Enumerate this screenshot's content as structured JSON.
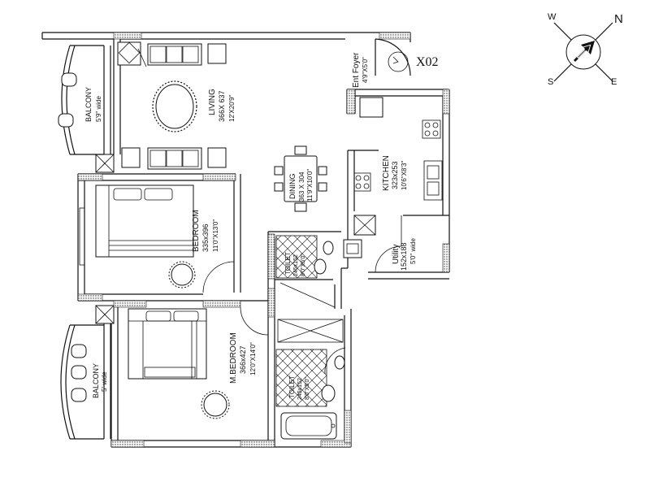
{
  "unit": {
    "id": "X02"
  },
  "rooms": {
    "living": {
      "name": "LIVING",
      "metric": "366X 637",
      "imperial": "12'X20'9\""
    },
    "balcony1": {
      "name": "BALCONY",
      "note": "5'9\" wide"
    },
    "ent_foyer": {
      "name": "Ent Foyer",
      "imperial": "4'9\"X5'0\""
    },
    "dining": {
      "name": "DINING",
      "metric": "363 X 304",
      "imperial": "11'9\"X10'0\""
    },
    "kitchen": {
      "name": "KITCHEN",
      "metric": "323x253",
      "imperial": "10'6\"X8'3\""
    },
    "bedroom": {
      "name": "BEDROOM",
      "metric": "335x396",
      "imperial": "11'0\"X13'0\""
    },
    "utility": {
      "name": "Utility",
      "metric": "152x188",
      "imperial": "5'0\" wide"
    },
    "toilet1": {
      "name": "TOILET",
      "metric": "245x152",
      "imperial": "8'0\"X5'0\""
    },
    "m_bedroom": {
      "name": "M.BEDROOM",
      "metric": "366x427",
      "imperial": "12'0\"X14'0\""
    },
    "balcony2": {
      "name": "BALCONY",
      "note": "5' wide"
    },
    "toilet2": {
      "name": "TOILET",
      "metric": "245x152",
      "imperial": "8'0\"X5'0\""
    }
  },
  "compass": {
    "n": "N",
    "e": "E",
    "s": "S",
    "w": "W"
  }
}
